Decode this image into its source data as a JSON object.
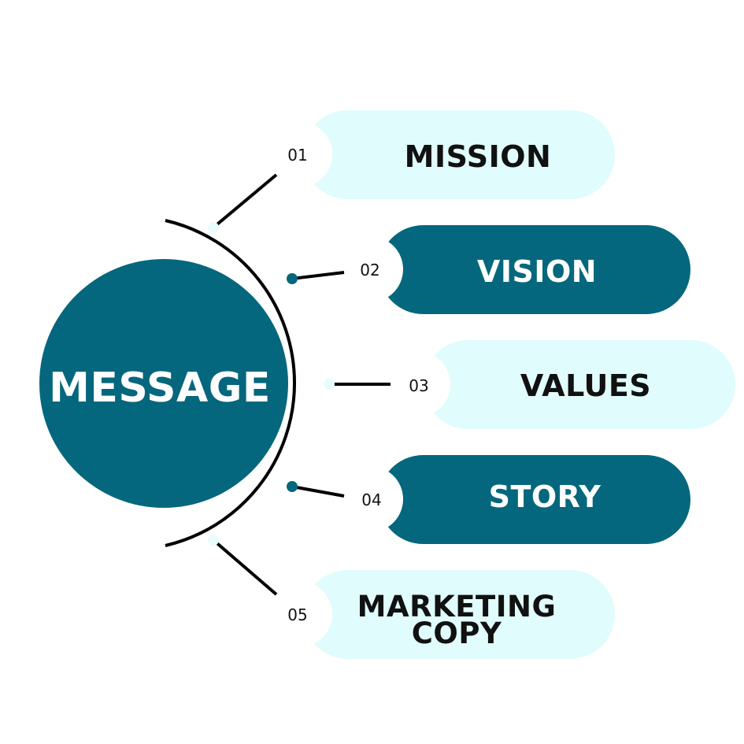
{
  "center": {
    "label": "MESSAGE"
  },
  "items": [
    {
      "number": "01",
      "label": "MISSION",
      "style": "light"
    },
    {
      "number": "02",
      "label": "VISION",
      "style": "dark"
    },
    {
      "number": "03",
      "label": "VALUES",
      "style": "light"
    },
    {
      "number": "04",
      "label": "STORY",
      "style": "dark"
    },
    {
      "number": "05",
      "label_line1": "MARKETING",
      "label_line2": "COPY",
      "style": "light"
    }
  ],
  "colors": {
    "dark_teal": "#04677D",
    "light_cyan": "#E1FCFC",
    "dot_light": "#E8FCFC",
    "line": "#000000",
    "text_dark": "#111111",
    "text_light": "#FFFFFF"
  }
}
